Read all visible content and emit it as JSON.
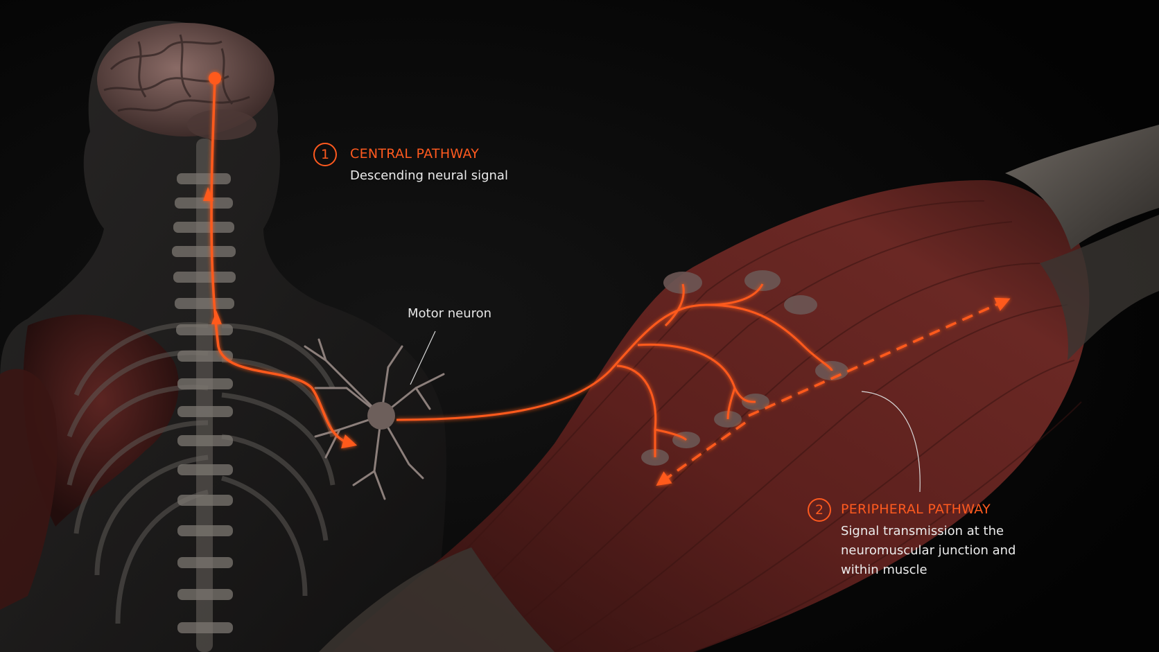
{
  "colors": {
    "accent": "#ff5a1f",
    "background": "#050505",
    "muscle": "#5a1f1d",
    "bone": "#8a8580",
    "brain": "#6e5550"
  },
  "central": {
    "number": "1",
    "title": "CENTRAL PATHWAY",
    "subtitle": "Descending neural signal"
  },
  "neuron": {
    "label": "Motor neuron"
  },
  "peripheral": {
    "number": "2",
    "title": "PERIPHERAL PATHWAY",
    "lines": [
      "Signal transmission at the",
      "neuromuscular junction and",
      "within muscle"
    ]
  }
}
